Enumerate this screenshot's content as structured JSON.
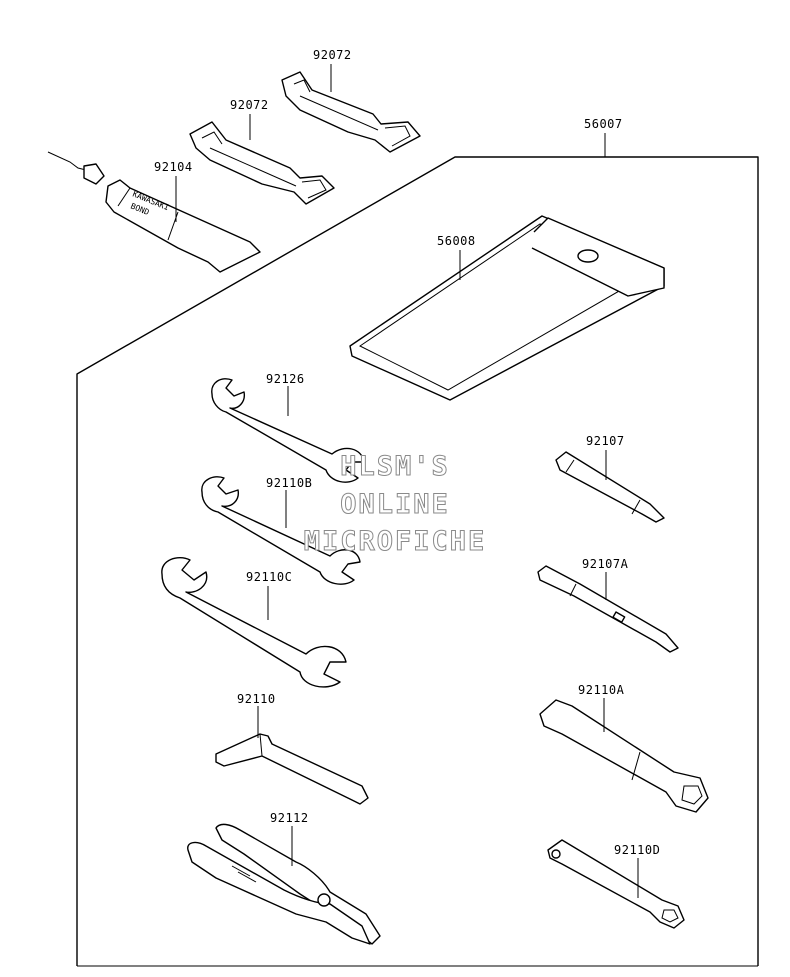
{
  "parts": {
    "p92072_top": "92072",
    "p92072_mid": "92072",
    "p92104": "92104",
    "p56007": "56007",
    "p56008": "56008",
    "p92126": "92126",
    "p92110B": "92110B",
    "p92110C": "92110C",
    "p92110": "92110",
    "p92112": "92112",
    "p92107": "92107",
    "p92107A": "92107A",
    "p92110A": "92110A",
    "p92110D": "92110D"
  },
  "tube_text": {
    "line1": "KAWASAKI",
    "line2": "BOND"
  },
  "watermark": {
    "line1": "HLSM'S",
    "line2": "ONLINE",
    "line3": "MICROFICHE"
  }
}
